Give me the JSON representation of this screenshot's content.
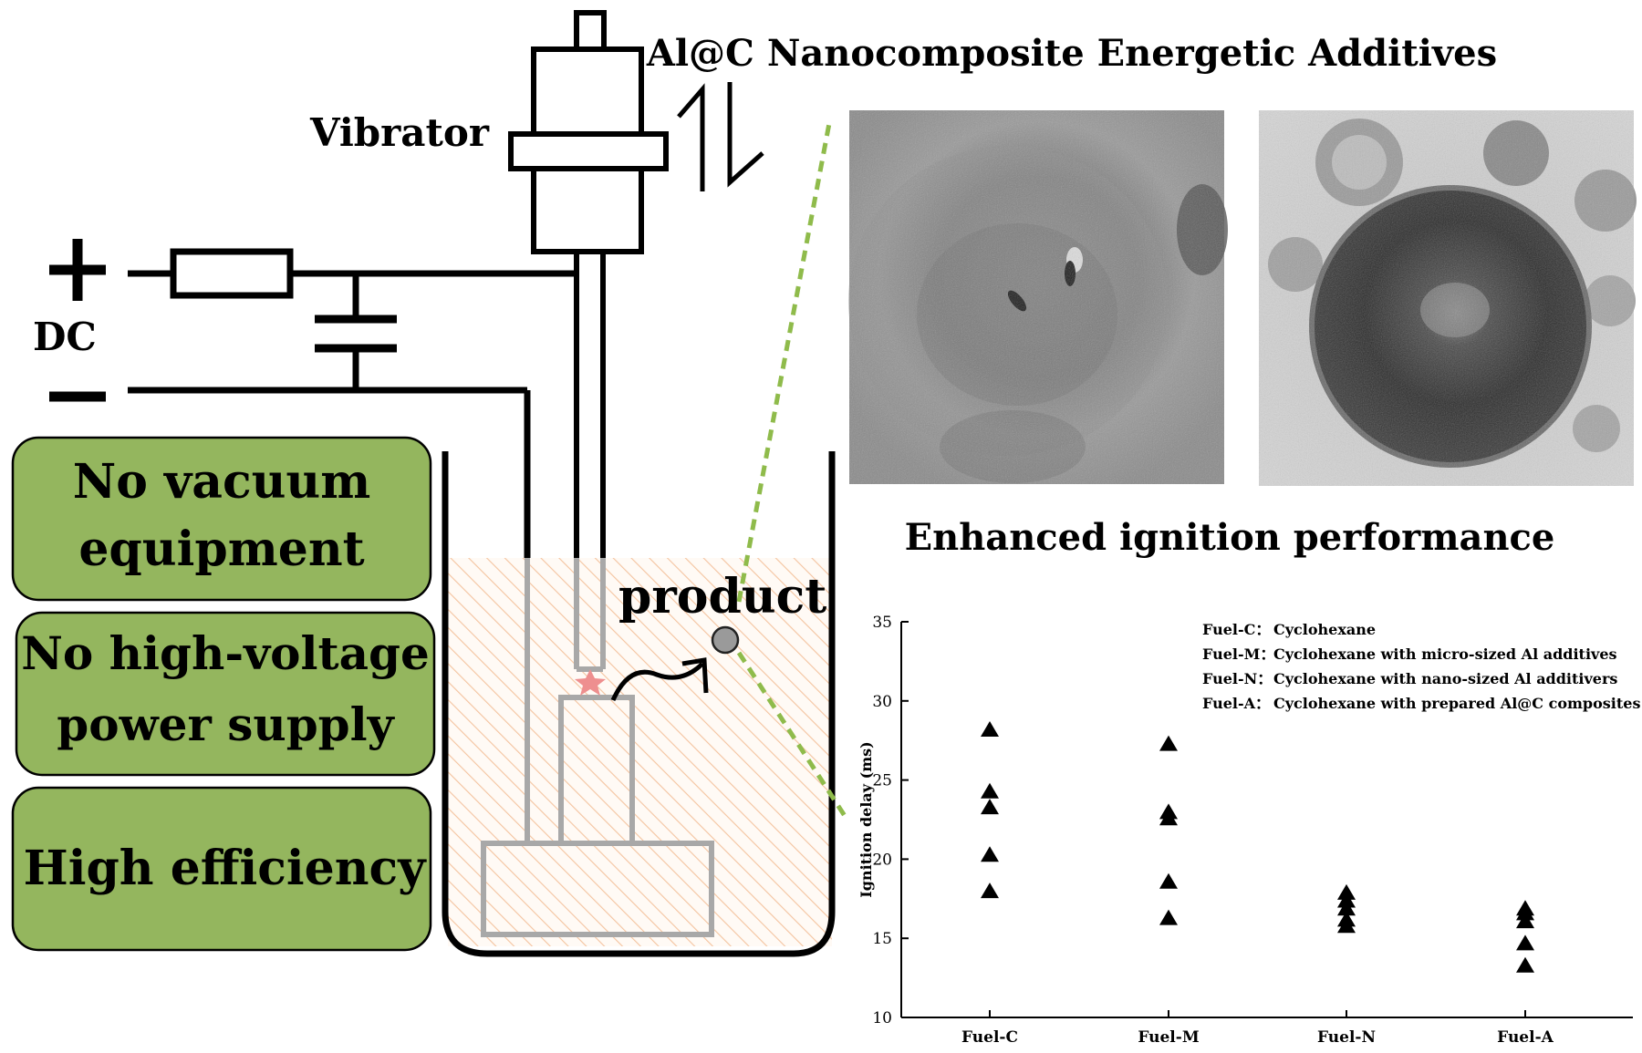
{
  "header": {
    "title": "Al@C Nanocomposite Energetic Additives",
    "chart_title": "Enhanced ignition performance"
  },
  "apparatus": {
    "vibrator_label": "Vibrator",
    "dc_label": "DC",
    "plus_sign": "+",
    "product_label": "product"
  },
  "features": [
    {
      "lines": [
        "No vacuum",
        "equipment"
      ]
    },
    {
      "lines": [
        "No high-voltage",
        "power supply"
      ]
    },
    {
      "lines": [
        "High efficiency"
      ]
    }
  ],
  "colors": {
    "feature_fill": "#94b65e",
    "liquid_hatch": "#f6c7a6",
    "dashed_line": "#8fbb4b",
    "spark": "#ee8f8f",
    "product_dot": "#9a9a9a"
  },
  "chart_data": {
    "type": "scatter",
    "ylabel": "Ignition delay (ms)",
    "xlabel": "",
    "categories": [
      "Fuel-C",
      "Fuel-M",
      "Fuel-N",
      "Fuel-A"
    ],
    "ylim": [
      10,
      35
    ],
    "yticks": [
      10,
      15,
      20,
      25,
      30,
      35
    ],
    "marker": "triangle",
    "series": [
      {
        "category": "Fuel-C",
        "values": [
          28.2,
          24.3,
          23.3,
          20.3,
          18.0
        ]
      },
      {
        "category": "Fuel-M",
        "values": [
          27.3,
          23.0,
          22.6,
          18.6,
          16.3
        ]
      },
      {
        "category": "Fuel-N",
        "values": [
          17.9,
          17.4,
          16.9,
          16.2,
          15.8
        ]
      },
      {
        "category": "Fuel-A",
        "values": [
          16.9,
          16.6,
          16.1,
          14.7,
          13.3
        ]
      }
    ],
    "legend": [
      {
        "key": "Fuel-C：",
        "text": "Cyclohexane"
      },
      {
        "key": "Fuel-M：",
        "text": "Cyclohexane with micro-sized Al additives"
      },
      {
        "key": "Fuel-N：",
        "text": "Cyclohexane with nano-sized Al additivers"
      },
      {
        "key": "Fuel-A：",
        "text": "Cyclohexane with prepared Al@C composites"
      }
    ],
    "legend_position": "top-right"
  }
}
